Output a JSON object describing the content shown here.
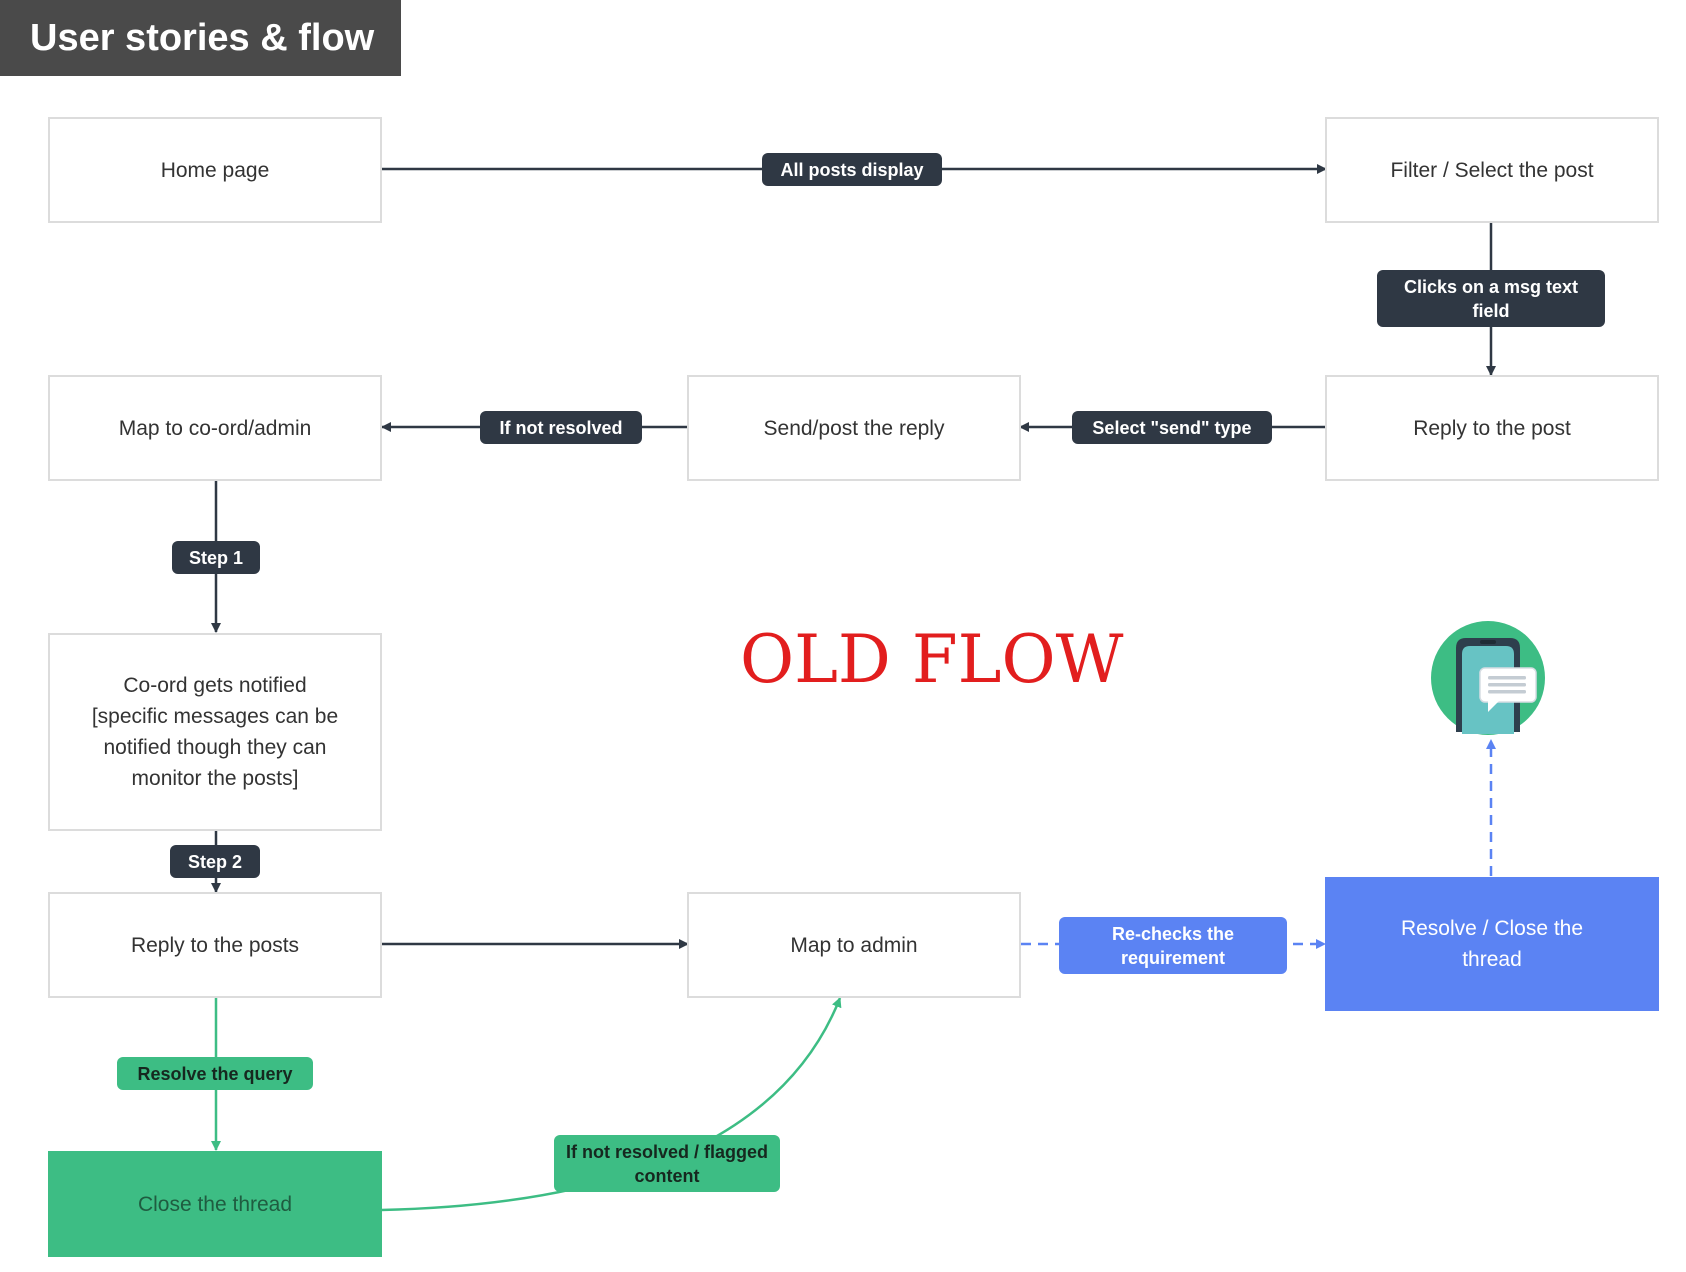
{
  "header": {
    "title": "User stories & flow"
  },
  "watermark": "OLD FLOW",
  "colors": {
    "dark_label": "#2f3844",
    "green": "#3dbd84",
    "blue": "#5b83f3",
    "red_text": "#e21e1e"
  },
  "nodes": {
    "home_page": "Home page",
    "filter_select": "Filter / Select the post",
    "reply_post": "Reply to the post",
    "send_post": "Send/post the reply",
    "map_coord": "Map to co-ord/admin",
    "coord_notified": "Co-ord gets notified [specific messages can be notified though they can monitor the posts]",
    "reply_posts": "Reply to the posts",
    "map_admin": "Map to admin",
    "resolve_close": "Resolve / Close the thread",
    "close_thread": "Close the thread"
  },
  "edge_labels": {
    "all_posts": "All posts display",
    "clicks_msg": "Clicks on a msg text field",
    "select_send": "Select \"send\" type",
    "if_not_resolved": "If not resolved",
    "step1": "Step 1",
    "step2": "Step 2",
    "rechecks": "Re-checks the requirement",
    "resolve_query": "Resolve the query",
    "flagged": "If not resolved / flagged content"
  },
  "icons": {
    "end": "phone-chat-icon"
  }
}
